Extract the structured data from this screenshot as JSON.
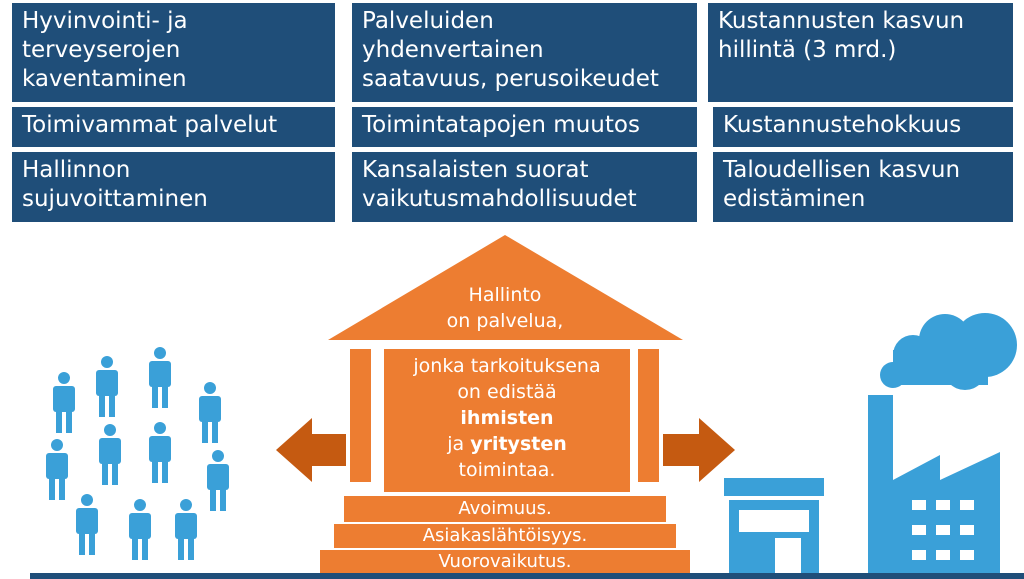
{
  "colors": {
    "navy": "#1f4e79",
    "orange": "#ed7d31",
    "brown_arrow": "#c55a11",
    "light_blue": "#3aa0d8"
  },
  "boxes": {
    "col1_top": "Hyvinvointi- ja\nterveyserojen\nkaventaminen",
    "col1_mid": "Toimivammat palvelut",
    "col1_bot": "Hallinnon\nsujuvoittaminen",
    "col2_top": "Palveluiden\nyhdenvertainen\nsaatavuus, perusoikeudet",
    "col2_mid": "Toimintatapojen muutos",
    "col2_bot": "Kansalaisten suorat\nvaikutusmahdollisuudet",
    "col3_top": "Kustannusten kasvun\nhillintä (3 mrd.)",
    "col3_mid": "Kustannustehokkuus",
    "col3_bot": "Taloudellisen kasvun\nedistäminen"
  },
  "temple": {
    "roof_text": "Hallinto\non palvelua,",
    "body_line1": "jonka tarkoituksena",
    "body_line2": "on edistää",
    "body_bold1": "ihmisten",
    "body_line3_prefix": "ja ",
    "body_bold2": "yritysten",
    "body_line4": "toimintaa.",
    "steps": [
      "Avoimuus.",
      "Asiakaslähtöisyys.",
      "Vuorovaikutus."
    ]
  },
  "icons": {
    "people": "person-icon",
    "arrows": "arrow-icon",
    "shop": "shop-icon",
    "factory": "factory-icon"
  }
}
